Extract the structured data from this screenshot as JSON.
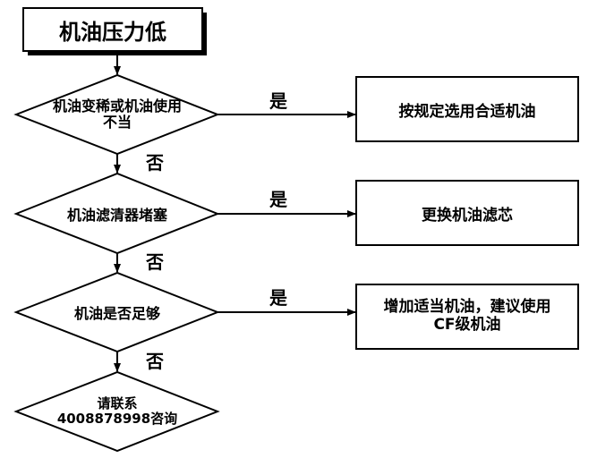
{
  "diagram": {
    "start": {
      "label": "机油压力低"
    },
    "decisions": [
      {
        "lines": [
          "机油变稀或机油使用",
          "不当"
        ],
        "yes_label": "是",
        "no_label": "否",
        "action": {
          "lines": [
            "按规定选用合适机油"
          ]
        }
      },
      {
        "lines": [
          "机油滤清器堵塞"
        ],
        "yes_label": "是",
        "no_label": "否",
        "action": {
          "lines": [
            "更换机油滤芯"
          ]
        }
      },
      {
        "lines": [
          "机油是否足够"
        ],
        "yes_label": "是",
        "no_label": "否",
        "action": {
          "lines": [
            "增加适当机油，建议使用",
            "CF级机油"
          ]
        }
      }
    ],
    "end": {
      "lines": [
        "请联系",
        "4008878998咨询"
      ]
    }
  }
}
